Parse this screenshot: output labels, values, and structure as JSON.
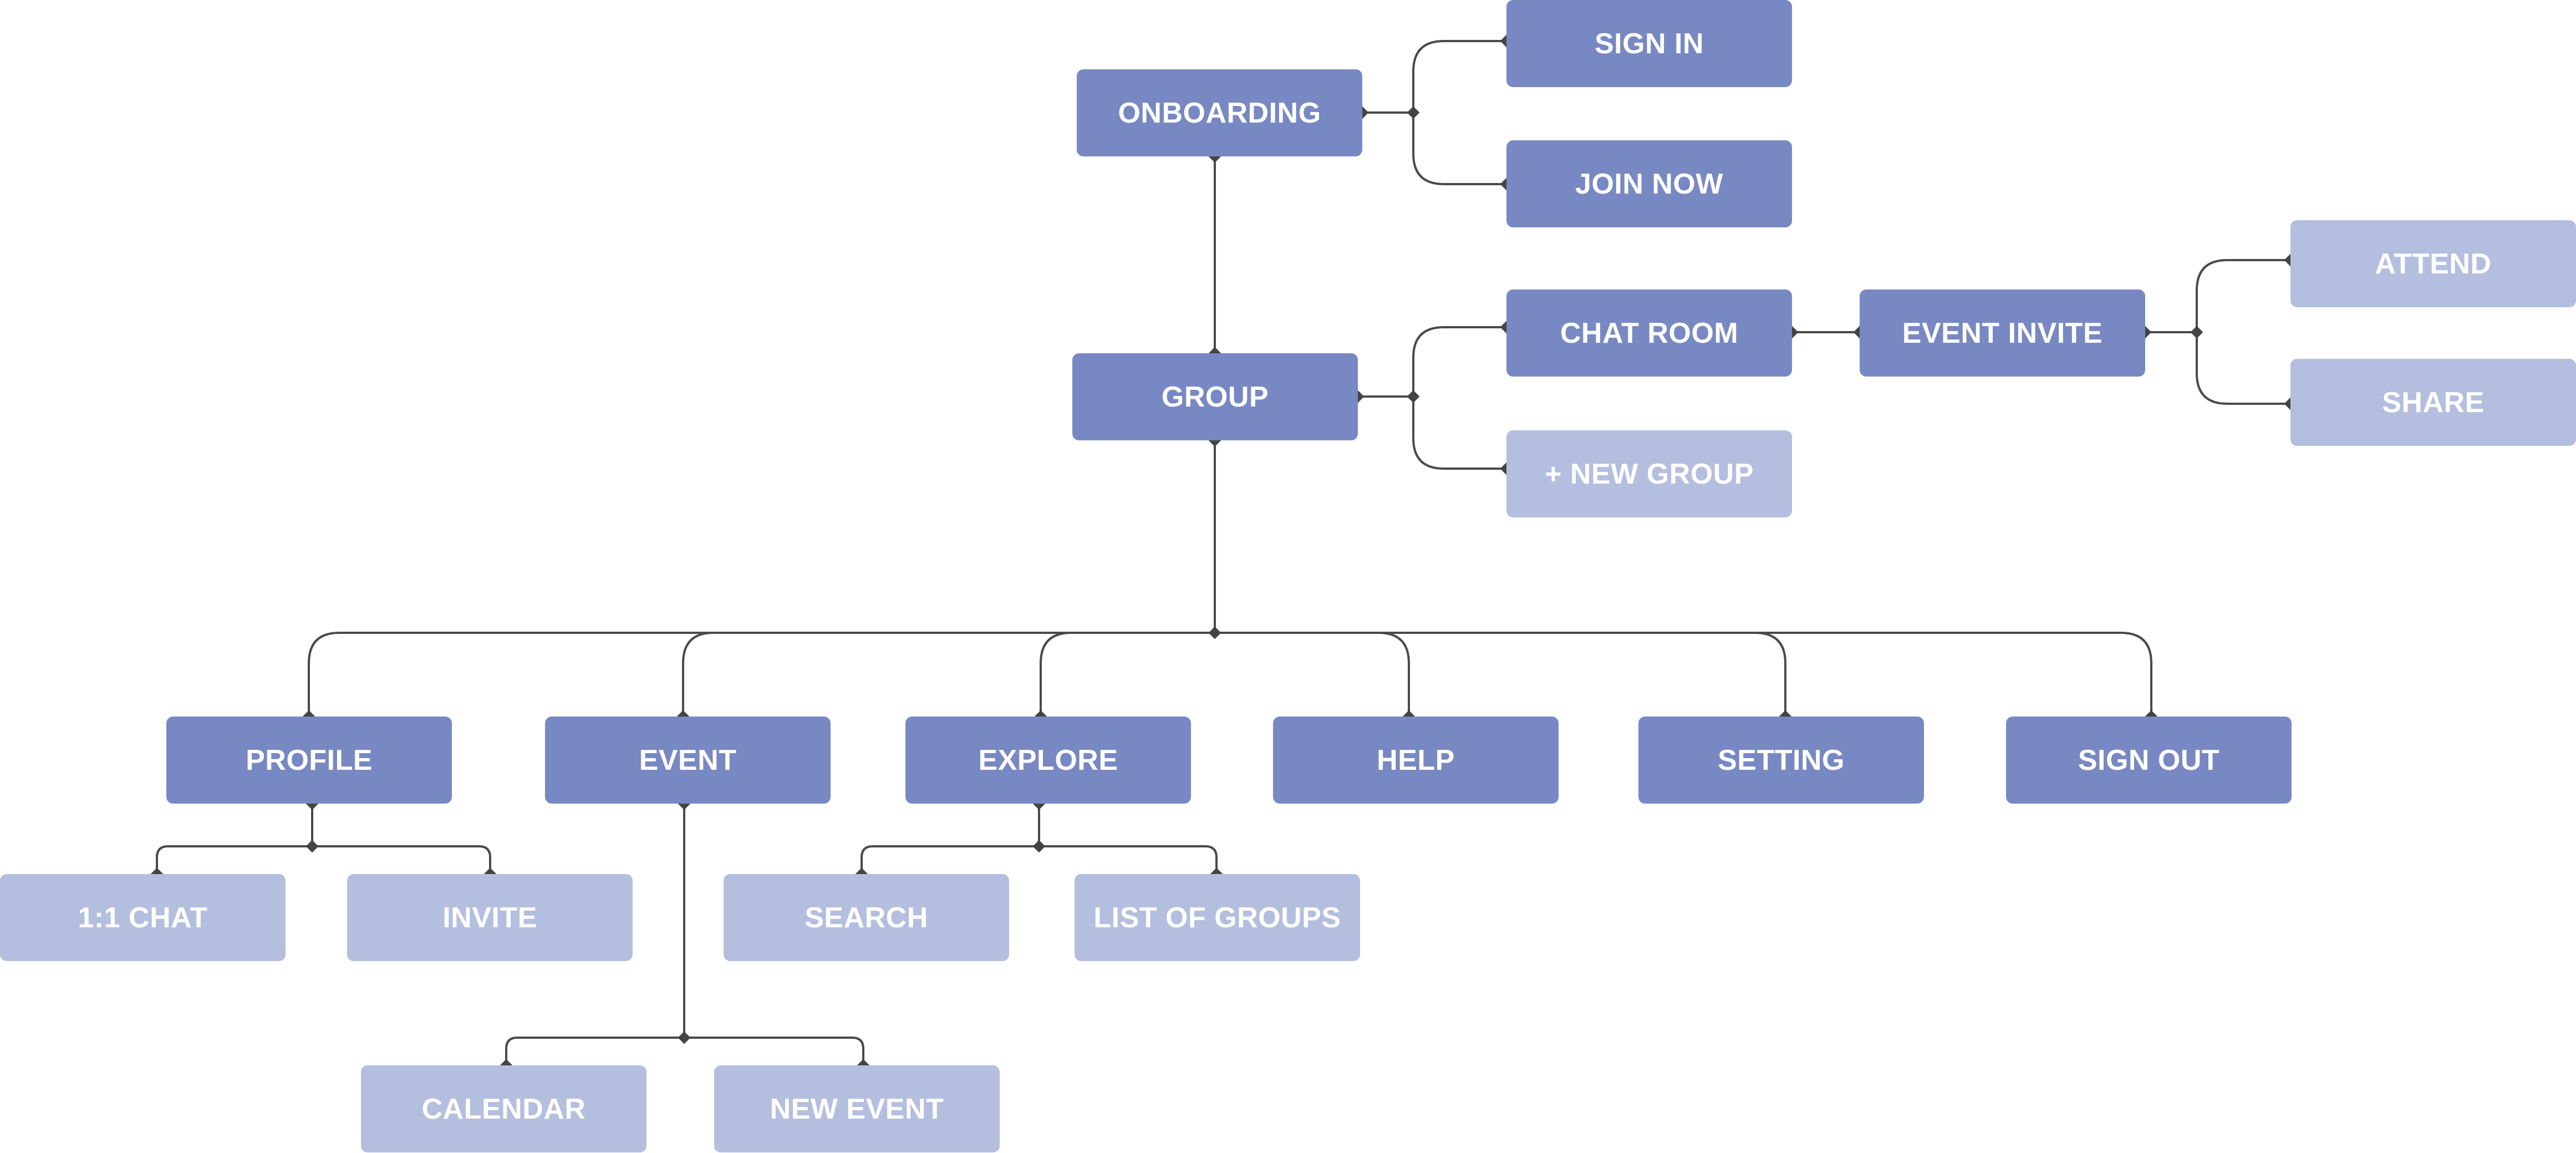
{
  "colors": {
    "primary_node": "#7888c2",
    "secondary_node": "#b4bedf",
    "connector": "#4a4a4a",
    "node_text": "#ffffff"
  },
  "nodes": {
    "onboarding": "ONBOARDING",
    "sign_in": "SIGN IN",
    "join_now": "JOIN NOW",
    "group": "GROUP",
    "chat_room": "CHAT ROOM",
    "new_group": "+ NEW GROUP",
    "event_invite": "EVENT INVITE",
    "attend": "ATTEND",
    "share": "SHARE",
    "profile": "PROFILE",
    "event": "EVENT",
    "explore": "EXPLORE",
    "help": "HELP",
    "setting": "SETTING",
    "sign_out": "SIGN OUT",
    "chat_1on1": "1:1 CHAT",
    "invite": "INVITE",
    "search": "SEARCH",
    "list_of_groups": "LIST OF GROUPS",
    "calendar": "CALENDAR",
    "new_event": "NEW EVENT"
  },
  "edges": [
    [
      "onboarding",
      "sign_in"
    ],
    [
      "onboarding",
      "join_now"
    ],
    [
      "onboarding",
      "group"
    ],
    [
      "group",
      "chat_room"
    ],
    [
      "group",
      "new_group"
    ],
    [
      "chat_room",
      "event_invite"
    ],
    [
      "event_invite",
      "attend"
    ],
    [
      "event_invite",
      "share"
    ],
    [
      "group",
      "profile"
    ],
    [
      "group",
      "event"
    ],
    [
      "group",
      "explore"
    ],
    [
      "group",
      "help"
    ],
    [
      "group",
      "setting"
    ],
    [
      "group",
      "sign_out"
    ],
    [
      "profile",
      "chat_1on1"
    ],
    [
      "profile",
      "invite"
    ],
    [
      "explore",
      "search"
    ],
    [
      "explore",
      "list_of_groups"
    ],
    [
      "event",
      "calendar"
    ],
    [
      "event",
      "new_event"
    ]
  ]
}
